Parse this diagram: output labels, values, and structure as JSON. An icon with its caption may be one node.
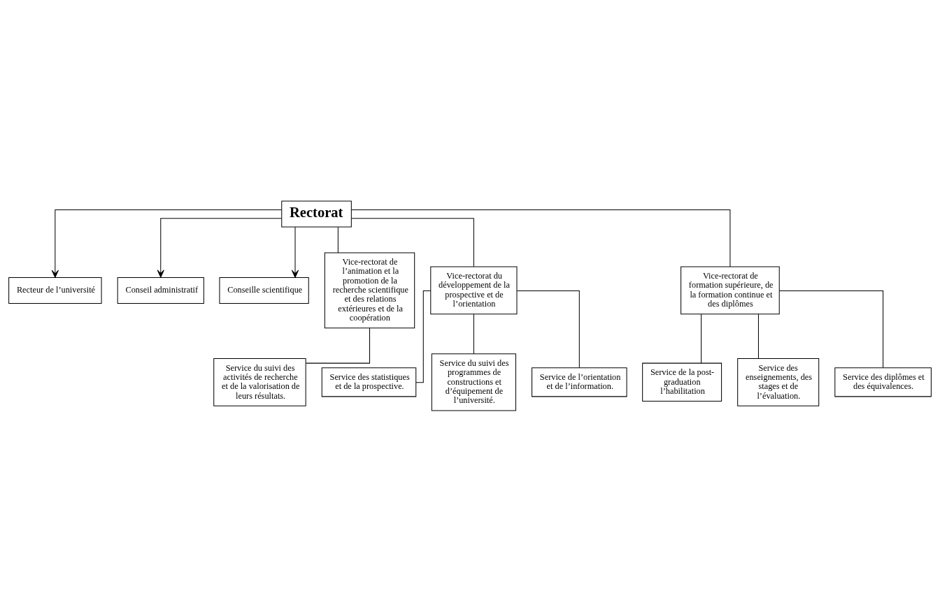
{
  "diagram": {
    "nodes": [
      {
        "text": [
          "Rectorat"
        ]
      },
      {
        "text": [
          "Recteur de l’université"
        ]
      },
      {
        "text": [
          "Conseil administratif"
        ]
      },
      {
        "text": [
          "Conseille scientifique"
        ]
      },
      {
        "text": [
          "Vice-rectorat de l’animation et la promotion de la recherche scientifique et des relations extérieures et de la coopération"
        ]
      },
      {
        "text": [
          "Vice-rectorat du développement de la prospective et de l’orientation"
        ]
      },
      {
        "text": [
          "Vice-rectorat de formation supérieure, de la formation continue et des diplômes"
        ]
      },
      {
        "text": [
          "Service du suivi des activités de recherche et de la valorisation de leurs résultats."
        ]
      },
      {
        "text": [
          "Service des statistiques et de la prospective."
        ]
      },
      {
        "text": [
          "Service du suivi des programmes de constructions et d’équipement de l’université."
        ]
      },
      {
        "text": [
          "Service de l’orientation et de l’information."
        ]
      },
      {
        "text": [
          "Service de la post-graduation l’habilitation"
        ]
      },
      {
        "text": [
          "Service des enseignements, des stages et de l’évaluation."
        ]
      },
      {
        "text": [
          "Service des diplômes et des équivalences."
        ]
      }
    ],
    "edges": [
      {
        "from": 0,
        "to": 1,
        "arrow": "to"
      },
      {
        "from": 0,
        "to": 2,
        "arrow": "to"
      },
      {
        "from": 0,
        "to": 3,
        "arrow": "to"
      },
      {
        "from": 0,
        "to": 4,
        "arrow": "none"
      },
      {
        "from": 0,
        "to": 5,
        "arrow": "none"
      },
      {
        "from": 0,
        "to": 6,
        "arrow": "none"
      },
      {
        "from": 4,
        "to": 7,
        "arrow": "none"
      },
      {
        "from": 5,
        "to": 8,
        "arrow": "none"
      },
      {
        "from": 5,
        "to": 9,
        "arrow": "none"
      },
      {
        "from": 5,
        "to": 10,
        "arrow": "none"
      },
      {
        "from": 6,
        "to": 11,
        "arrow": "none"
      },
      {
        "from": 6,
        "to": 12,
        "arrow": "none"
      },
      {
        "from": 6,
        "to": 13,
        "arrow": "none"
      }
    ]
  }
}
